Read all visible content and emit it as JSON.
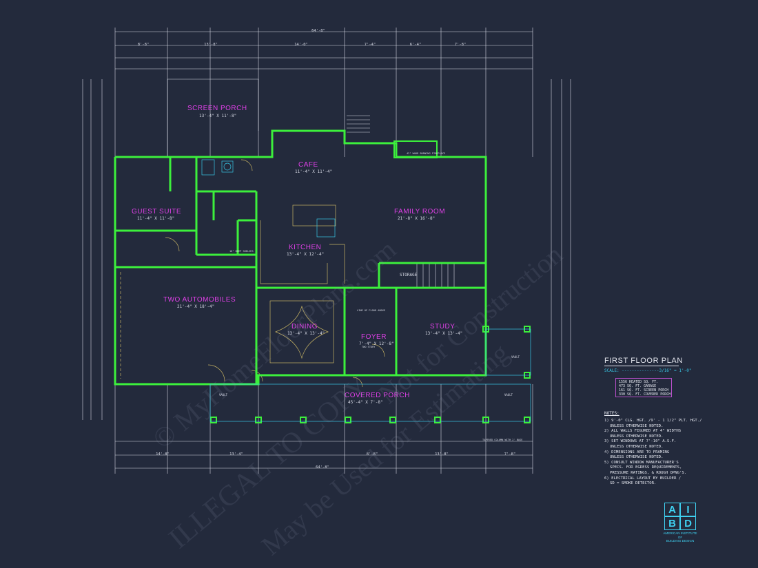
{
  "drawing": {
    "colors": {
      "background": "#232a3c",
      "walls": "#3cf03c",
      "dimension_lines": "#d8dbe6",
      "room_labels": "#e040e8",
      "fixtures": "#c8b464",
      "accent": "#38c8e6"
    },
    "rooms": [
      {
        "name": "SCREEN PORCH",
        "size": "13'-4\" X 11'-8\""
      },
      {
        "name": "CAFE",
        "size": "11'-4\" X 11'-4\""
      },
      {
        "name": "GUEST SUITE",
        "size": "11'-4\" X 11'-8\""
      },
      {
        "name": "FAMILY ROOM",
        "size": "21'-8\" X 16'-8\""
      },
      {
        "name": "KITCHEN",
        "size": "13'-4\" X 12'-4\""
      },
      {
        "name": "TWO AUTOMOBILES",
        "size": "21'-4\" X 18'-4\""
      },
      {
        "name": "DINING",
        "size": "13'-4\" X 13'-4\""
      },
      {
        "name": "FOYER",
        "size": "7'-4\" X 12'-8\""
      },
      {
        "name": "STUDY",
        "size": "13'-4\" X 13'-4\""
      },
      {
        "name": "COVERED PORCH",
        "size": "45'-4\" X 7'-8\""
      }
    ],
    "labels": {
      "storage": "STORAGE",
      "burning_fireplace": "42\" WOOD BURNING FIREPLACE",
      "deep_shelves": "16\" DEEP SHELVES",
      "two_story": "TWO STORY",
      "line_of_floor_above": "LINE OF FLOOR ABOVE",
      "tapered_column": "TAPERED COLUMN WITH 2' BASE",
      "vault": "VAULT",
      "overall_width": "64'-8\""
    },
    "top_dims_row1": [
      "8'-8\"",
      "13'-8\"",
      "14'-0\"",
      "7'-4\"",
      "6'-4\"",
      "7'-8\""
    ],
    "bottom_dims_row2": [
      "14'-8\"",
      "13'-4\"",
      "8'-8\"",
      "13'-8\"",
      "7'-8\""
    ]
  },
  "legend": {
    "title": "FIRST FLOOR PLAN",
    "scale": "SCALE: ---------------3/16\" = 1'-0\"",
    "areas": [
      "1556 HEATED SQ. FT.",
      "473 SQ. FT. GARAGE",
      "161 SQ. FT. SCREEN PORCH",
      "330 SQ. FT. COVERED PORCH"
    ],
    "notes_heading": "NOTES:",
    "notes": [
      "1) 9'-0\" CLG. HGT. /9' - 1 1/2\" PLT. HGT./",
      "UNLESS OTHERWISE NOTED.",
      "2) ALL WALLS FIGURED AT 4\" WIDTHS",
      "UNLESS OTHERWISE NOTED.",
      "3) SET WINDOWS AT 7'-10\" A.S.F.",
      "UNLESS OTHERWISE NOTED.",
      "4) DIMENSIONS ARE TO FRAMING",
      "UNLESS OTHERWISE NOTED.",
      "5) CONSULT WINDOW MANUFACTURER'S",
      "SPECS. FOR EGRESS REQUIREMENTS,",
      "PRESSURE RATINGS, & ROUGH OPNG'S.",
      "6) ELECTRICAL LAYOUT BY BUILDER /",
      "SD = SMOKE DETECTOR."
    ]
  },
  "logo": {
    "letters": [
      "A",
      "I",
      "B",
      "D"
    ],
    "name_lines": [
      "AMERICAN INSTITUTE",
      "OF",
      "BUILDING DESIGN"
    ],
    "icon": "aibd-logo-icon"
  },
  "watermarks": [
    "© MyHomeFloorPlans.com",
    "ILLEGAL TO COPY",
    "May be Used for Estimating",
    "Not for Construction"
  ]
}
